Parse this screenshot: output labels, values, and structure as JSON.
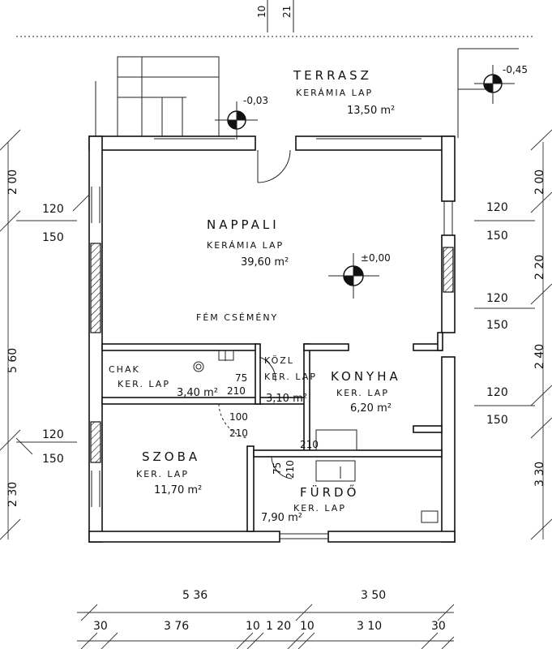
{
  "rooms": {
    "terrace": {
      "name": "TERRASZ",
      "finish": "KERÁMIA LAP",
      "area": "13,50 m²"
    },
    "living": {
      "name": "NAPPALI",
      "finish": "KERÁMIA LAP",
      "area": "39,60 m²"
    },
    "chimney": {
      "label": "FÉM CSÉMÉNY"
    },
    "pantry": {
      "name": "CHAK",
      "finish": "KER. LAP",
      "area": "3,40 m²"
    },
    "hall": {
      "name": "KÖZL",
      "finish": "KER. LAP",
      "area": "3,10 m²"
    },
    "kitchen": {
      "name": "KONYHA",
      "finish": "KER. LAP",
      "area": "6,20 m²"
    },
    "room": {
      "name": "SZOBA",
      "finish": "KER. LAP",
      "area": "11,70 m²"
    },
    "bath": {
      "name": "FÜRDŐ",
      "finish": "KER. LAP",
      "area": "7,90 m²"
    }
  },
  "levels": {
    "terrace_left": "-0,03",
    "terrace_right": "-0,45",
    "living": "±0,00"
  },
  "doors": {
    "d1": "75",
    "d1h": "210",
    "d2": "100",
    "d2h": "210",
    "d3": "75",
    "d3h": "210",
    "d4": "210"
  },
  "dims_left": {
    "v200": "2 00",
    "v560": "5 60",
    "v230": "2 30",
    "w120a": "120",
    "w150a": "150",
    "w120b": "120",
    "w150b": "150"
  },
  "dims_right": {
    "v200": "2 00",
    "v220": "2 20",
    "v240": "2 40",
    "v330": "3 30",
    "w120a": "120",
    "w150a": "150",
    "w120b": "120",
    "w150b": "150",
    "w120c": "120",
    "w150c": "150"
  },
  "dims_bottom": {
    "t536": "5 36",
    "t350": "3 50",
    "b30a": "30",
    "b376": "3 76",
    "b10a": "10",
    "b120": "1 20",
    "b10b": "10",
    "b310": "3 10",
    "b30b": "30"
  },
  "dims_top": {
    "t10": "10",
    "t21": "21"
  }
}
